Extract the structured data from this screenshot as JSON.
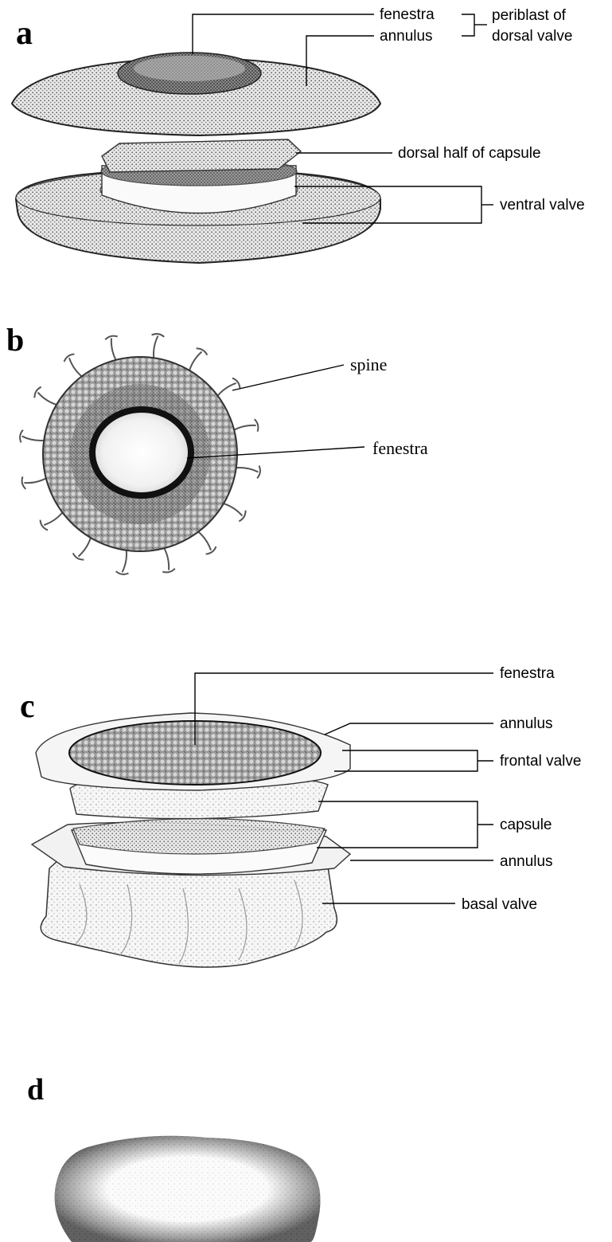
{
  "panels": {
    "a": {
      "letter": "a",
      "labels": {
        "fenestra": "fenestra",
        "annulus": "annulus",
        "periblast_line1": "periblast of",
        "periblast_line2": "dorsal valve",
        "dorsal_half_capsule": "dorsal half of capsule",
        "ventral_valve": "ventral valve"
      }
    },
    "b": {
      "letter": "b",
      "labels": {
        "spine": "spine",
        "fenestra": "fenestra"
      }
    },
    "c": {
      "letter": "c",
      "labels": {
        "fenestra": "fenestra",
        "annulus_top": "annulus",
        "frontal_valve": "frontal valve",
        "capsule": "capsule",
        "annulus_bottom": "annulus",
        "basal_valve": "basal valve"
      }
    },
    "d": {
      "letter": "d"
    }
  }
}
